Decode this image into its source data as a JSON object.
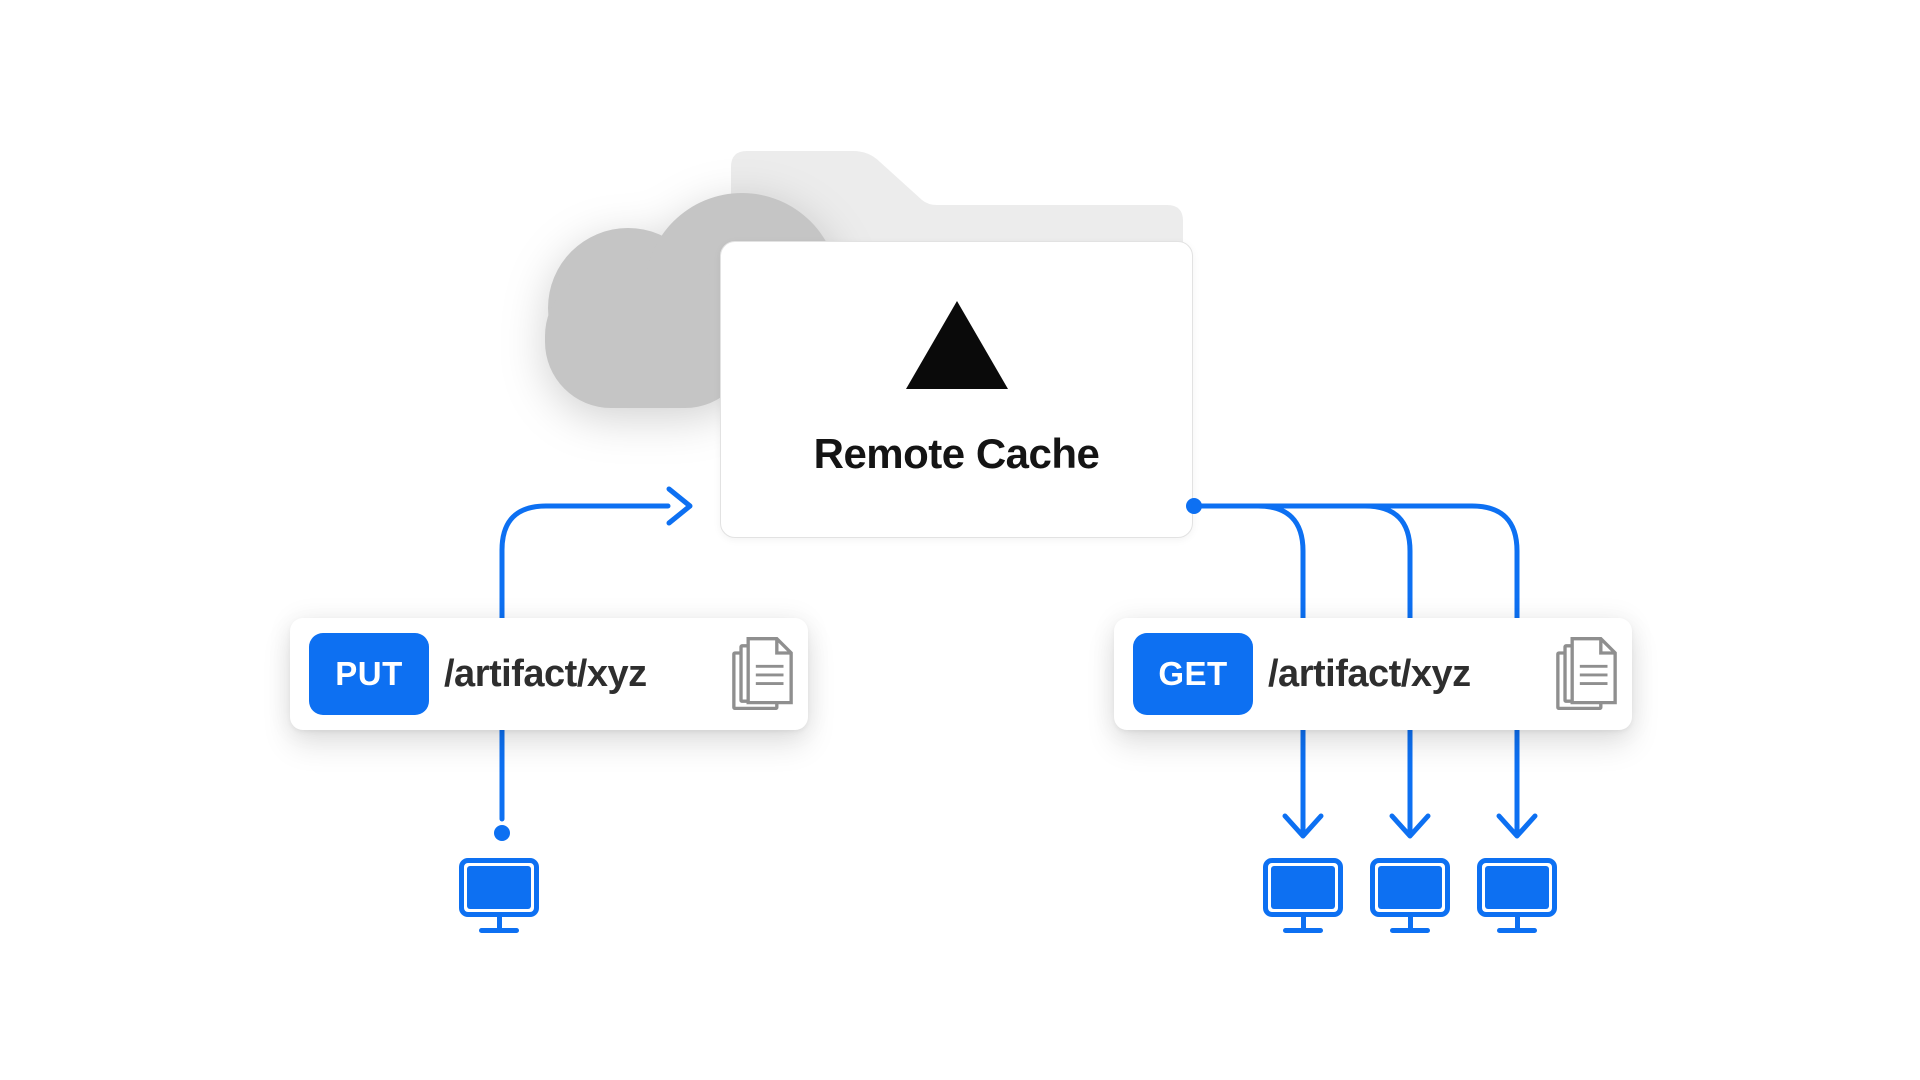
{
  "colors": {
    "accent": "#0d70f2",
    "cloud": "#c5c5c5",
    "folder": "#ececec",
    "icon-gray": "#8f8f8f",
    "title-text": "#141414",
    "path-text": "#2e2e2e"
  },
  "diagram": {
    "remote_cache_card": {
      "label": "Remote Cache",
      "logo_icon": "vercel-triangle-icon"
    },
    "put_request": {
      "method": "PUT",
      "path": "/artifact/xyz",
      "icon": "files-icon"
    },
    "get_request": {
      "method": "GET",
      "path": "/artifact/xyz",
      "icon": "files-icon"
    },
    "clients": {
      "uploader_count": 1,
      "downloader_count": 3,
      "icon": "monitor-icon"
    }
  }
}
